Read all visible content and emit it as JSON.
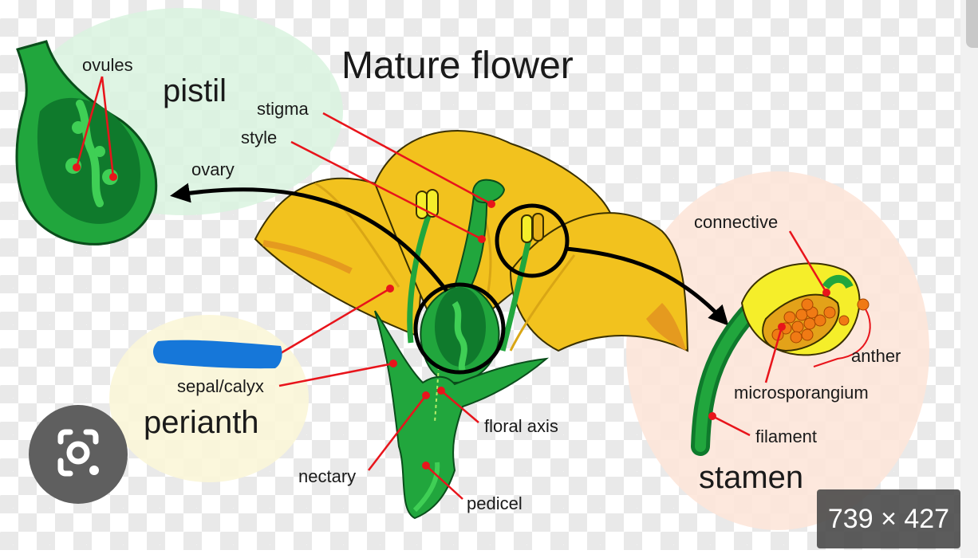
{
  "diagram": {
    "title": "Mature flower",
    "regions": {
      "pistil": "pistil",
      "perianth": "perianth",
      "stamen": "stamen"
    },
    "labels": {
      "ovules": "ovules",
      "stigma": "stigma",
      "style": "style",
      "ovary": "ovary",
      "connective": "connective",
      "anther": "anther",
      "microsporangium": "microsporangium",
      "filament": "filament",
      "sepal_calyx": "sepal/calyx",
      "floral_axis": "floral axis",
      "nectary": "nectary",
      "pedicel": "pedicel"
    },
    "colors": {
      "petal": "#f2c21e",
      "petal_shadow": "#e59a1f",
      "green_dark": "#0f7a2c",
      "green": "#21a63d",
      "green_light": "#3fcf55",
      "leader": "#e8141b",
      "arrow": "#000000",
      "pistil_bubble": "#d9f3df",
      "perianth_bubble": "#fbf6d8",
      "stamen_bubble": "#fde6d9",
      "redaction": "#1677d9"
    }
  },
  "overlay": {
    "dimensions": "739 × 427",
    "lens_icon": "google-lens-icon"
  }
}
